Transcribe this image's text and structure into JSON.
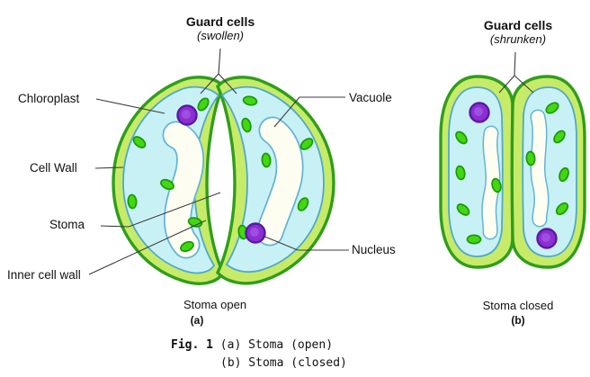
{
  "figure": {
    "open": {
      "pointer_title": "Guard cells",
      "pointer_subtitle": "(swollen)",
      "caption": "Stoma open",
      "caption_letter": "(a)"
    },
    "closed": {
      "pointer_title": "Guard cells",
      "pointer_subtitle": "(shrunken)",
      "caption": "Stoma closed",
      "caption_letter": "(b)"
    },
    "labels": {
      "chloroplast": "Chloroplast",
      "cell_wall": "Cell Wall",
      "stoma": "Stoma",
      "inner_cell_wall": "Inner cell wall",
      "vacuole": "Vacuole",
      "nucleus": "Nucleus"
    },
    "fig_caption": {
      "fig_label": "Fig. 1",
      "line1": "(a) Stoma (open)",
      "line2": "(b) Stoma (closed)"
    },
    "colors": {
      "wall_fill": "#C7EB68",
      "wall_stroke": "#2F9E1B",
      "cytoplasm_fill": "#C8F1F6",
      "cytoplasm_stroke": "#4FA9CA",
      "vacuole_fill": "#FDFDF2",
      "vacuole_stroke": "#63B4D4",
      "chloroplast_fill": "#44D613",
      "chloroplast_stroke": "#189B00",
      "nucleus_fill": "#8A2FD0",
      "nucleus_stroke": "#5C17A6",
      "leader_line": "#3C3C3C",
      "text": "#111111"
    }
  }
}
